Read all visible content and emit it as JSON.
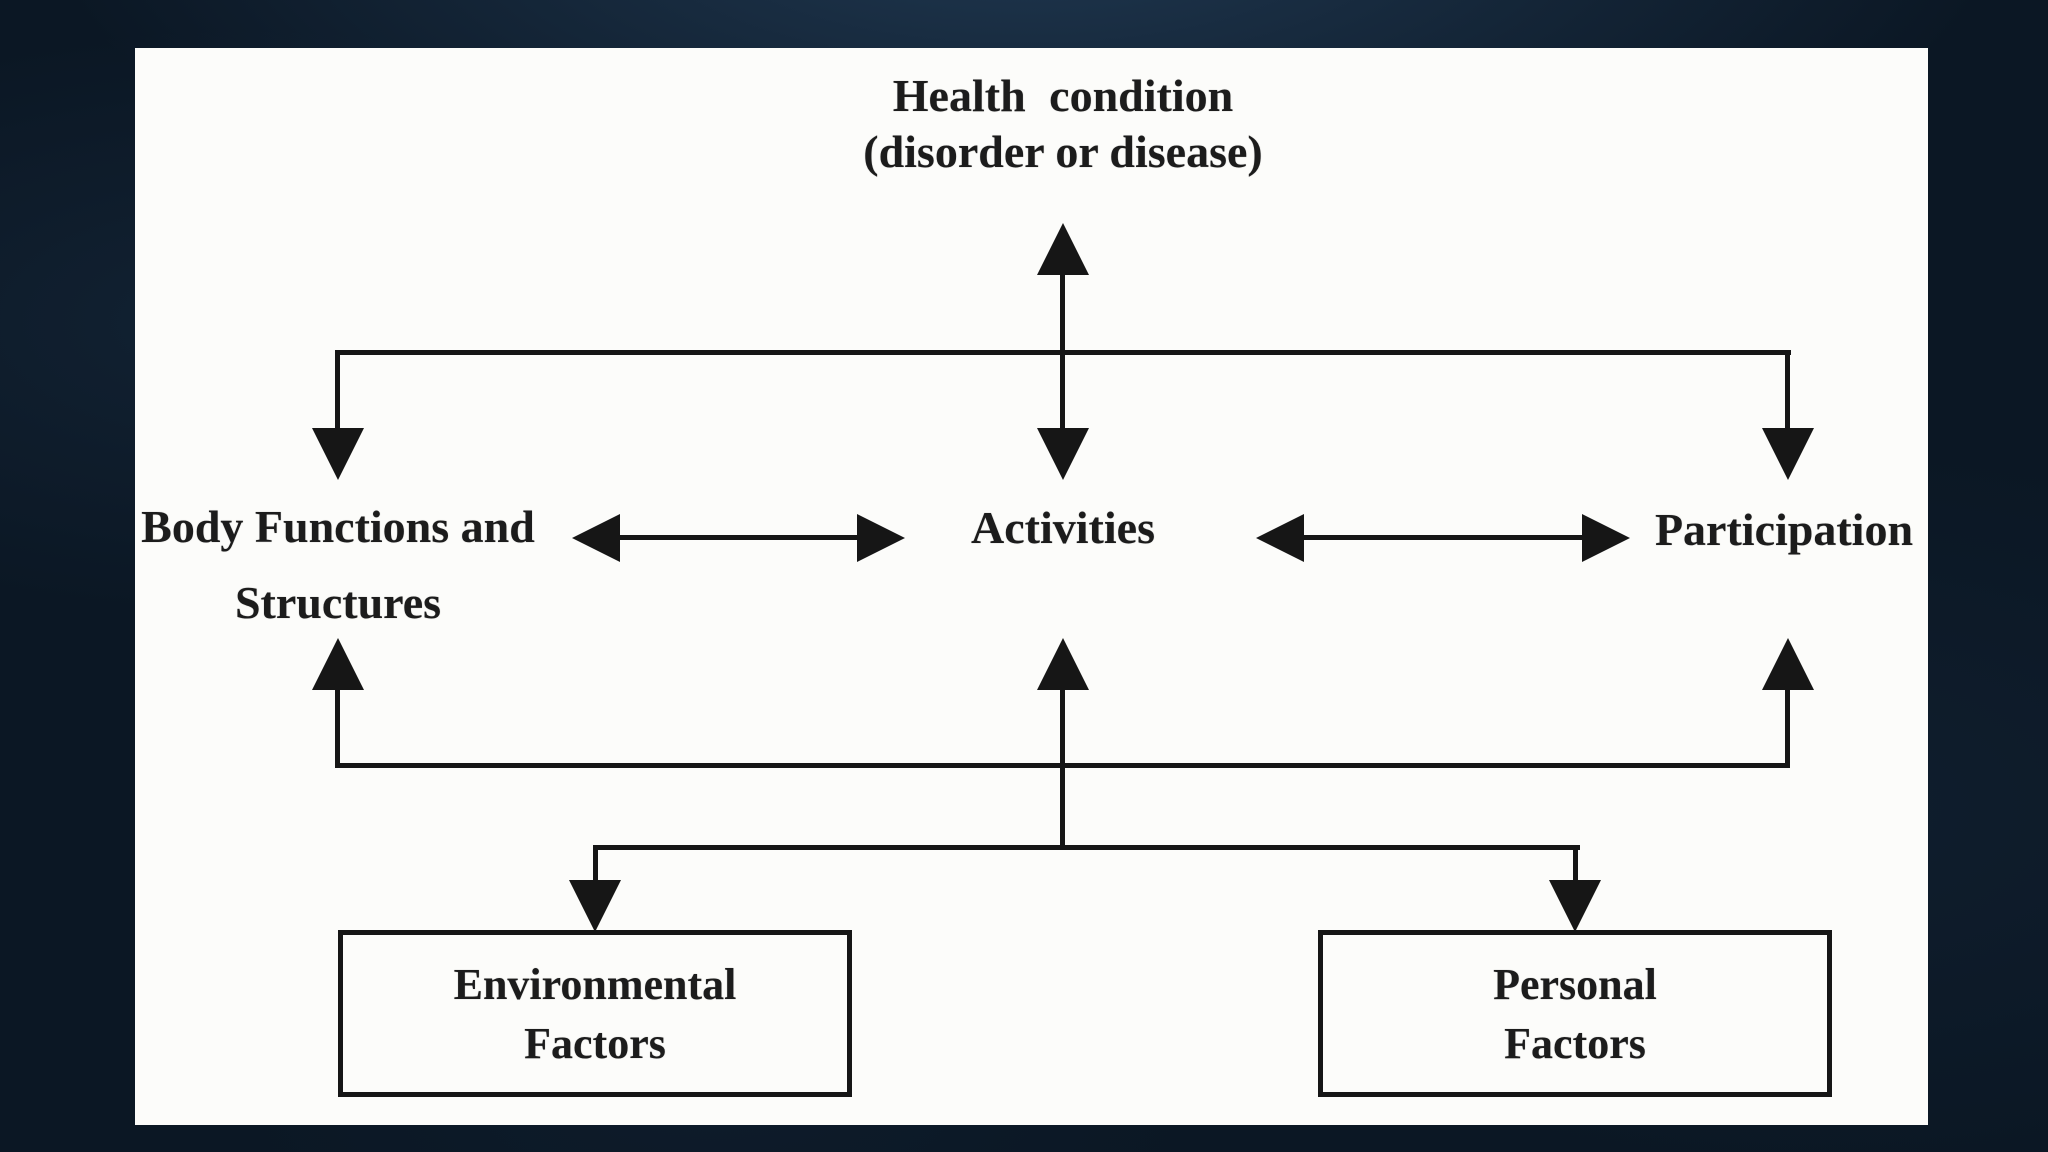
{
  "slide": {
    "background_color": "#0b1724",
    "panel_color": "#fcfcfa",
    "ink_color": "#161616"
  },
  "diagram": {
    "title": {
      "line1": "Health condition",
      "line2": "(disorder or disease)"
    },
    "nodes": {
      "health_condition": {
        "label": "Health condition (disorder or disease)"
      },
      "body_functions": {
        "line1": "Body Functions and",
        "line2": "Structures"
      },
      "activities": {
        "label": "Activities"
      },
      "participation": {
        "label": "Participation"
      },
      "environmental": {
        "line1": "Environmental",
        "line2": "Factors"
      },
      "personal": {
        "line1": "Personal",
        "line2": "Factors"
      }
    },
    "edges": [
      {
        "from": "health_condition",
        "to": "activities",
        "type": "bidirectional-vertical"
      },
      {
        "from": "health_condition",
        "to": "body_functions",
        "type": "arrow-down"
      },
      {
        "from": "health_condition",
        "to": "participation",
        "type": "arrow-down"
      },
      {
        "from": "body_functions",
        "to": "activities",
        "type": "bidirectional-horizontal"
      },
      {
        "from": "activities",
        "to": "participation",
        "type": "bidirectional-horizontal"
      },
      {
        "from": "factors_feedback_line",
        "to": "body_functions",
        "type": "arrow-up"
      },
      {
        "from": "factors_feedback_line",
        "to": "activities",
        "type": "arrow-up"
      },
      {
        "from": "factors_feedback_line",
        "to": "participation",
        "type": "arrow-up"
      },
      {
        "from": "factors_feedback_line",
        "to": "environmental",
        "type": "arrow-down"
      },
      {
        "from": "factors_feedback_line",
        "to": "personal",
        "type": "arrow-down"
      }
    ]
  }
}
